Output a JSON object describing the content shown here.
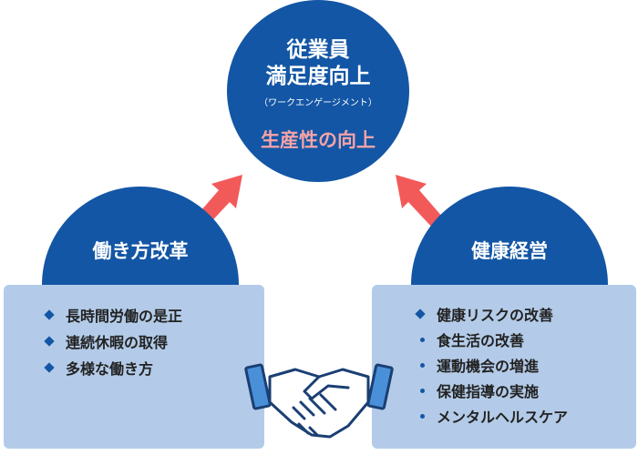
{
  "top": {
    "title": "従業員\n満足度向上",
    "note": "（ワークエンゲージメント）",
    "productivity": "生産性の向上"
  },
  "left": {
    "label": "働き方改革",
    "items": [
      "長時間労働の是正",
      "連続休暇の取得",
      "多様な働き方"
    ]
  },
  "right": {
    "label": "健康経営",
    "heading": "健康リスクの改善",
    "items": [
      "食生活の改善",
      "運動機会の増進",
      "保健指導の実施",
      "メンタルヘルスケア"
    ]
  },
  "colors": {
    "navy": "#1356a5",
    "arrow": "#f25a5a",
    "productivity_text": "#f5a3a8",
    "box": "#b3cbe8"
  },
  "icons": [
    "arrow-up-right-icon",
    "arrow-up-left-icon",
    "handshake-icon",
    "diamond-bullet-icon",
    "dot-bullet-icon"
  ]
}
